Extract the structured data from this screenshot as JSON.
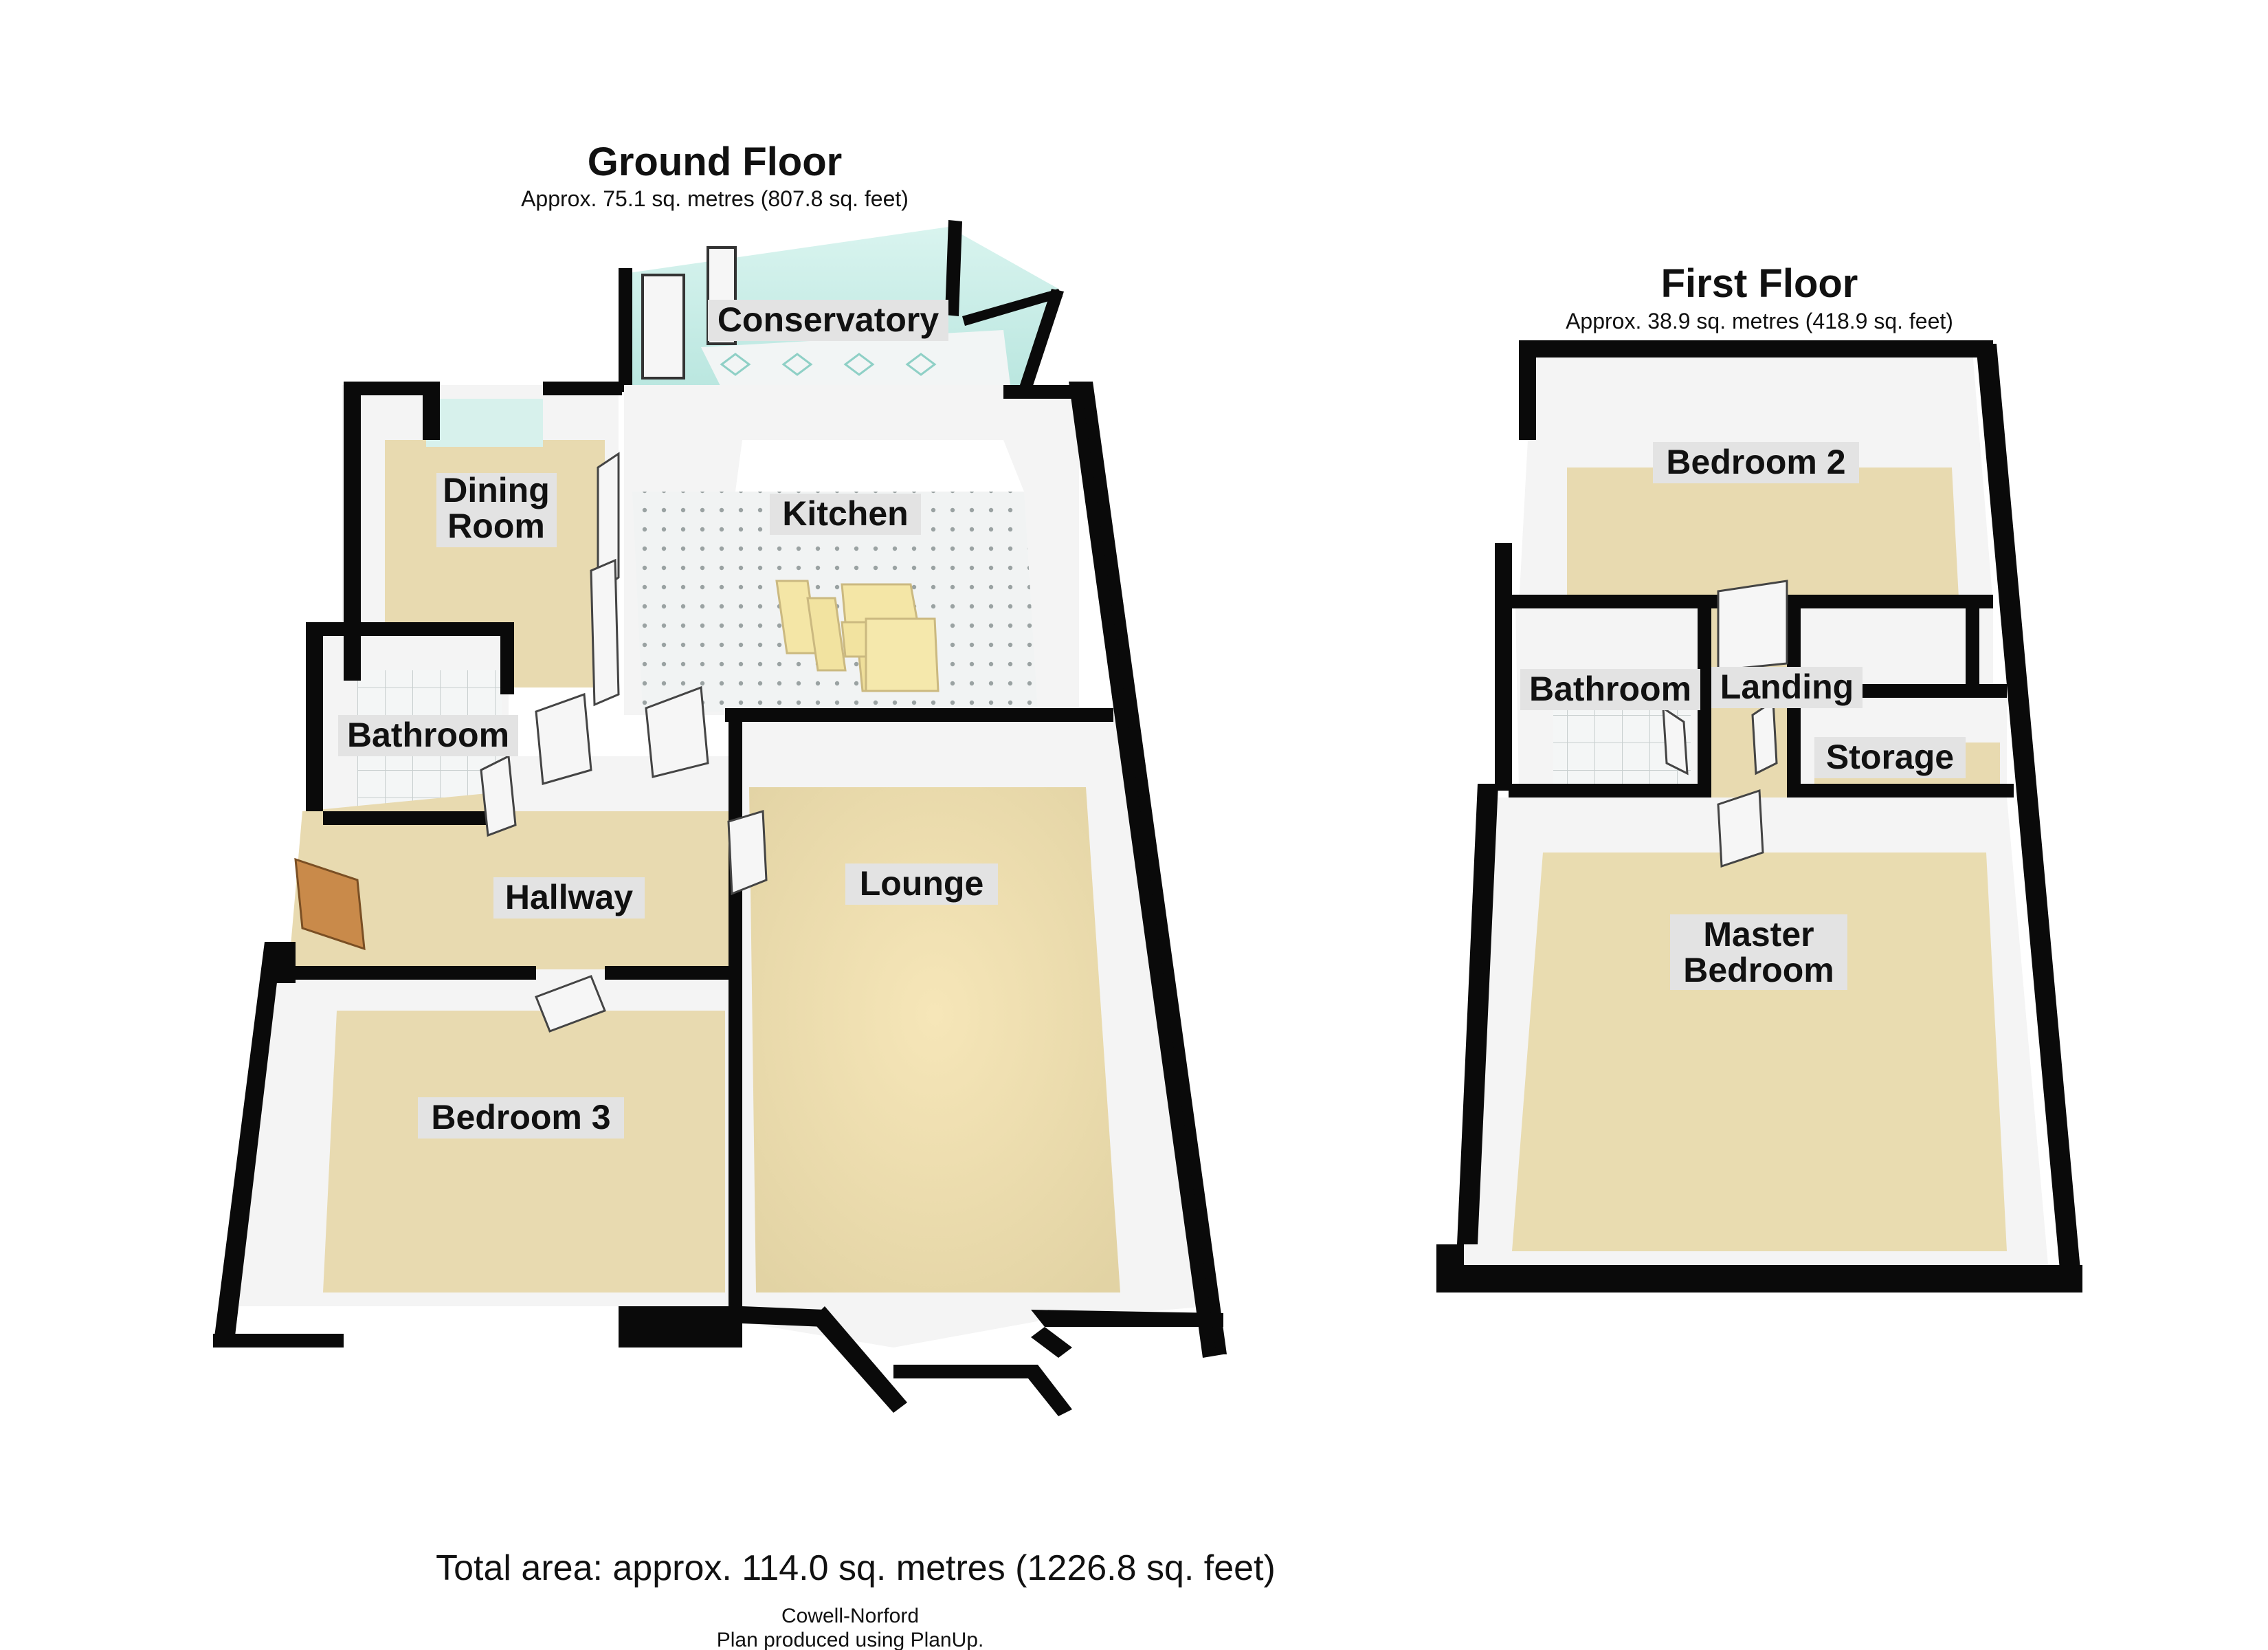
{
  "ground_floor": {
    "title": "Ground Floor",
    "area": "Approx. 75.1 sq. metres (807.8 sq. feet)",
    "rooms": {
      "conservatory": "Conservatory",
      "dining_room_line1": "Dining",
      "dining_room_line2": "Room",
      "kitchen": "Kitchen",
      "bathroom": "Bathroom",
      "hallway": "Hallway",
      "lounge": "Lounge",
      "bedroom3": "Bedroom 3"
    }
  },
  "first_floor": {
    "title": "First Floor",
    "area": "Approx. 38.9 sq. metres (418.9 sq. feet)",
    "rooms": {
      "bedroom2": "Bedroom 2",
      "bathroom": "Bathroom",
      "landing": "Landing",
      "storage": "Storage",
      "master_line1": "Master",
      "master_line2": "Bedroom"
    }
  },
  "footer": {
    "total_area": "Total area: approx. 114.0 sq. metres (1226.8 sq. feet)",
    "agent": "Cowell-Norford",
    "produced_by": "Plan produced using PlanUp."
  },
  "colors": {
    "wall": "#0a0a0a",
    "carpet": "#e9dcb0",
    "tile": "#eef0f0",
    "glass": "#d4f0ec",
    "wall_inner": "#f4f4f4",
    "stairs": "#f4e6a6",
    "label_bg": "#e3e3e3",
    "door": "#f6f6f6",
    "front_door": "#c98a4a"
  }
}
